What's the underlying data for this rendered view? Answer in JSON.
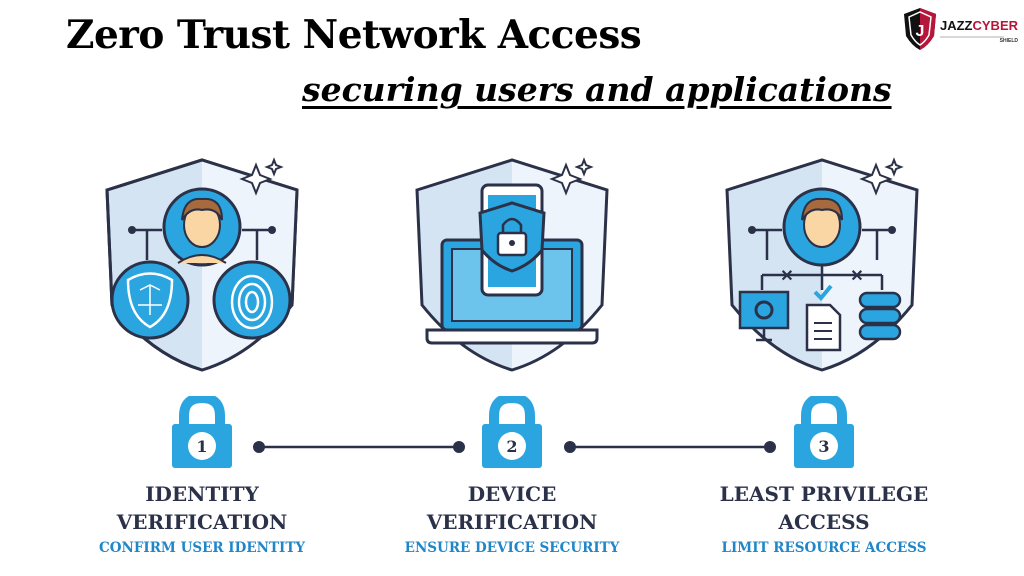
{
  "header": {
    "title": "Zero Trust Network Access",
    "subtitle": "securing users and applications"
  },
  "logo": {
    "text": "JAZZCYBER",
    "subtext": "SHIELD",
    "colors": {
      "dark": "#111111",
      "red": "#b5163a"
    }
  },
  "colors": {
    "accent": "#2aa5df",
    "text_dark": "#2b3148",
    "text_blue": "#1f86c9",
    "shield_fill": "#dbe8f4"
  },
  "steps": [
    {
      "number": "1",
      "title_line1": "IDENTITY",
      "title_line2": "VERIFICATION",
      "subtitle": "CONFIRM USER IDENTITY",
      "icon": "user-face-fingerprint-icon"
    },
    {
      "number": "2",
      "title_line1": "DEVICE",
      "title_line2": "VERIFICATION",
      "subtitle": "ENSURE DEVICE SECURITY",
      "icon": "laptop-phone-lock-icon"
    },
    {
      "number": "3",
      "title_line1": "LEAST PRIVILEGE",
      "title_line2": "ACCESS",
      "subtitle": "LIMIT RESOURCE ACCESS",
      "icon": "user-resources-icon"
    }
  ]
}
